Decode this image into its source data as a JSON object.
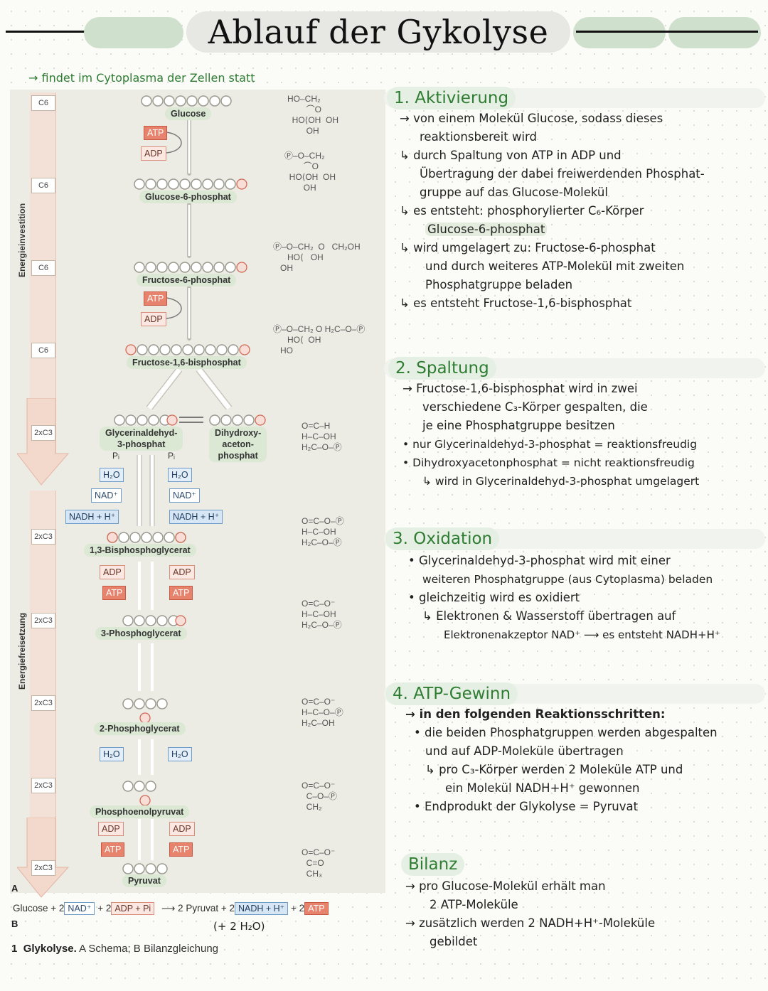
{
  "header": {
    "title": "Ablauf der Gykolyse",
    "subtitle": "→ findet im Cytoplasma der Zellen statt"
  },
  "figure": {
    "side_labels": {
      "investment": "Energieinvestition",
      "release": "Energiefreisetzung"
    },
    "carbon_labels": [
      "C6",
      "C6",
      "C6",
      "C6",
      "2xC3",
      "2xC3",
      "2xC3",
      "2xC3",
      "2xC3",
      "2xC3"
    ],
    "compounds": {
      "glucose": "Glucose",
      "g6p": "Glucose-6-phosphat",
      "f6p": "Fructose-6-phosphat",
      "f16bp": "Fructose-1,6-bisphosphat",
      "gap": "Glycerinaldehyd-\n3-phosphat",
      "dhap": "Dihydroxy-\naceton-\nphosphat",
      "bpg": "1,3-Bisphosphoglycerat",
      "pg3": "3-Phosphoglycerat",
      "pg2": "2-Phosphoglycerat",
      "pep": "Phosphoenolpyruvat",
      "pyruvat": "Pyruvat"
    },
    "chips": {
      "atp": "ATP",
      "adp": "ADP",
      "nad": "NAD⁺",
      "nadh": "NADH + H⁺",
      "h2o": "H₂O",
      "pi": "Pᵢ"
    },
    "part_a": "A",
    "part_b": "B",
    "structures": [
      "HO–CH₂\n        ⌒O\n  HO⟨OH  OH\n        OH",
      "Ⓟ–O–CH₂\n        ⌒O\n  HO⟨OH  OH\n        OH",
      "Ⓟ–O–CH₂  O   CH₂OH\n      HO⟨   OH\n   OH",
      "Ⓟ–O–CH₂ O H₂C–O–Ⓟ\n      HO⟨  OH\n   HO",
      "O=C–H\nH–C–OH\nH₂C–O–Ⓟ",
      "O=C–O–Ⓟ\nH–C–OH\nH₂C–O–Ⓟ",
      "O=C–O⁻\nH–C–OH\nH₂C–O–Ⓟ",
      "O=C–O⁻\nH–C–O–Ⓟ\nH₂C–OH",
      "O=C–O⁻\n  C–O–Ⓟ\n  CH₂",
      "O=C–O⁻\n  C=O\n  CH₃"
    ],
    "equation": {
      "glucose": "Glucose + 2",
      "nad": "NAD⁺",
      "plus1": "+ 2",
      "adp_pi": "ADP + Pi",
      "arrow": "⟶ 2 Pyruvat + 2",
      "nadh": "NADH + H⁺",
      "plus2": "+ 2",
      "atp": "ATP",
      "water": "(+ 2 H₂O)"
    },
    "caption_num": "1",
    "caption_bold": "Glykolyse.",
    "caption_text": " A Schema; B Bilanzgleichung"
  },
  "notes": {
    "s1": {
      "title": "1. Aktivierung",
      "lines": [
        "→ von einem Molekül Glucose, sodass dieses",
        "reaktionsbereit wird",
        "↳ durch Spaltung von ATP in ADP und",
        "Übertragung der dabei freiwerdenden Phosphat-",
        "gruppe auf das Glucose-Molekül",
        "↳ es entsteht: phosphorylierter C₆-Körper",
        "Glucose-6-phosphat",
        "↳ wird umgelagert zu: Fructose-6-phosphat",
        "und durch weiteres ATP-Molekül mit zweiten",
        "Phosphatgruppe beladen",
        "↳ es entsteht Fructose-1,6-bisphosphat"
      ]
    },
    "s2": {
      "title": "2. Spaltung",
      "lines": [
        "→ Fructose-1,6-bisphosphat wird in zwei",
        "verschiedene C₃-Körper gespalten, die",
        "je eine Phosphatgruppe besitzen",
        "• nur Glycerinaldehyd-3-phosphat = reaktionsfreudig",
        "• Dihydroxyacetonphosphat = nicht reaktionsfreudig",
        "↳ wird in Glycerinaldehyd-3-phosphat umgelagert"
      ]
    },
    "s3": {
      "title": "3. Oxidation",
      "lines": [
        "• Glycerinaldehyd-3-phosphat wird mit einer",
        "weiteren Phosphatgruppe (aus Cytoplasma) beladen",
        "• gleichzeitig wird es oxidiert",
        "↳ Elektronen & Wasserstoff übertragen auf",
        "Elektronenakzeptor NAD⁺ ⟶ es entsteht NADH+H⁺"
      ]
    },
    "s4": {
      "title": "4. ATP-Gewinn",
      "lines": [
        "→ in den folgenden Reaktionsschritten:",
        "• die beiden Phosphatgruppen werden abgespalten",
        "und auf ADP-Moleküle übertragen",
        "↳ pro C₃-Körper werden 2 Moleküle ATP und",
        "ein Molekül NADH+H⁺ gewonnen",
        "• Endprodukt der Glykolyse = Pyruvat"
      ]
    },
    "s5": {
      "title": "Bilanz",
      "lines": [
        "→ pro Glucose-Molekül erhält man",
        "2 ATP-Moleküle",
        "→ zusätzlich werden 2 NADH+H⁺-Moleküle",
        "gebildet"
      ]
    }
  }
}
